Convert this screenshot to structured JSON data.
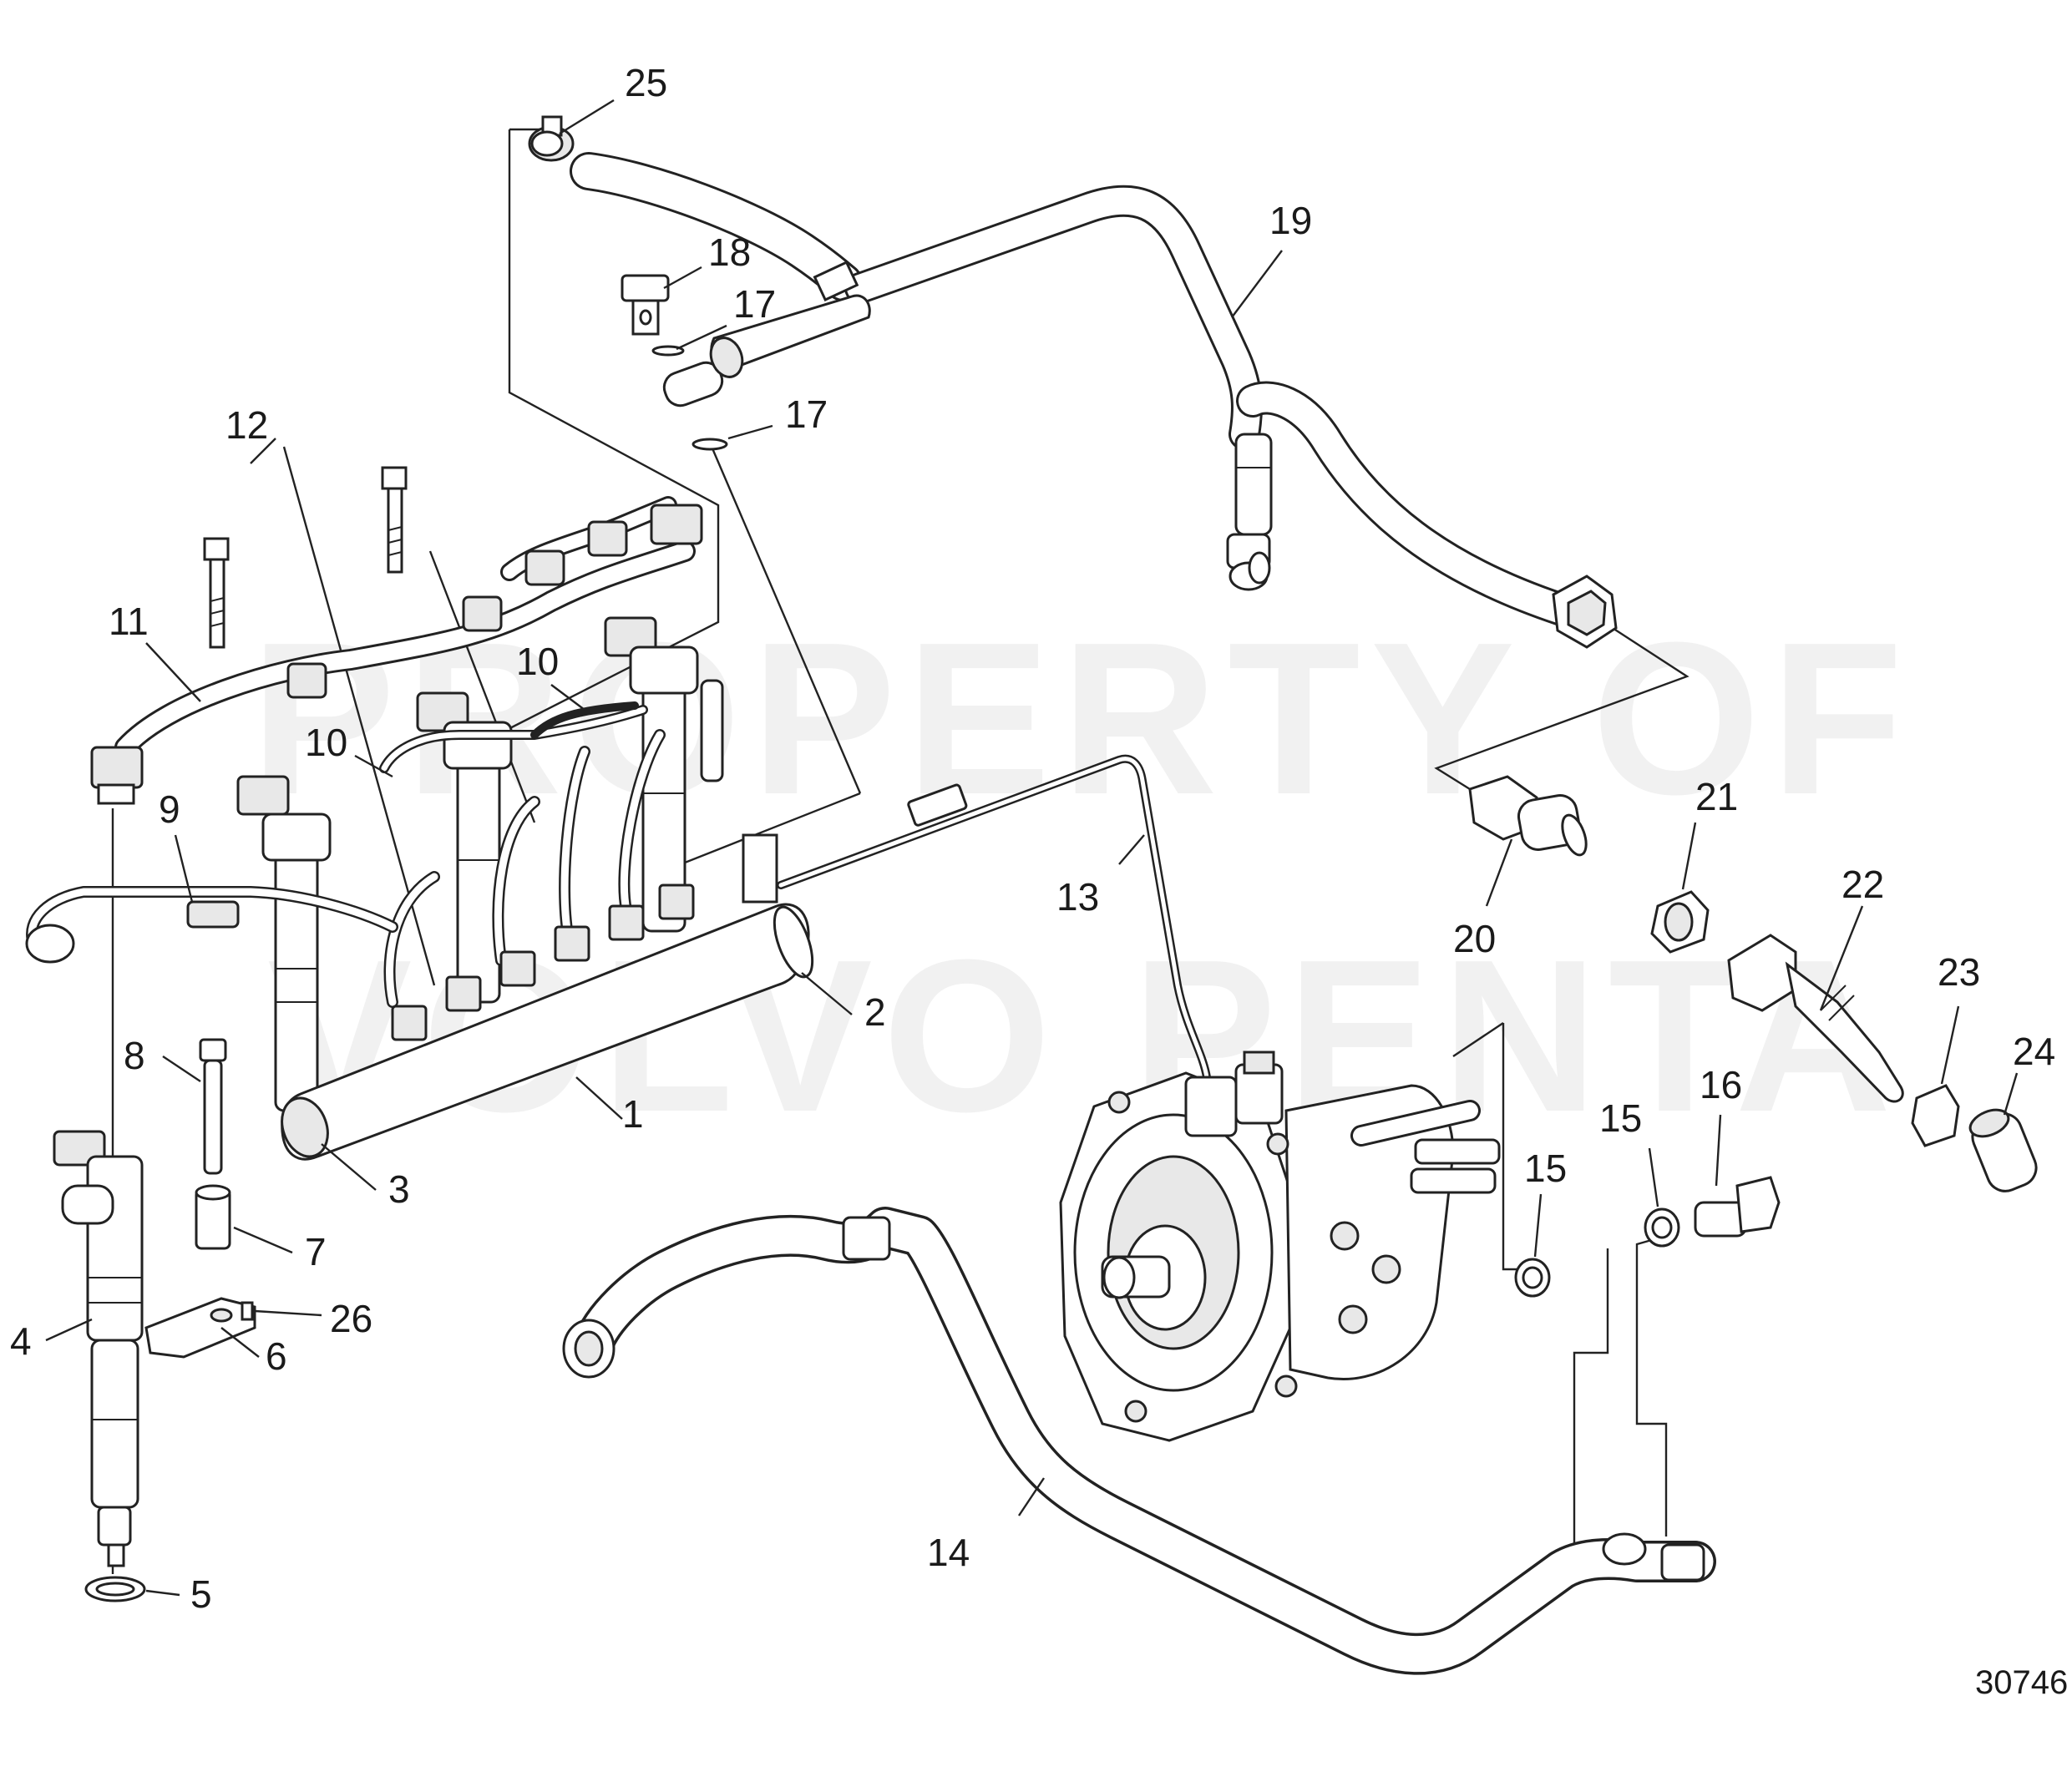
{
  "diagram": {
    "watermark": {
      "line1": "PROPERTY OF",
      "line2": "VOLVO PENTA"
    },
    "figure_id": "30746",
    "callouts": [
      {
        "id": "c1",
        "label": "1"
      },
      {
        "id": "c2",
        "label": "2"
      },
      {
        "id": "c3",
        "label": "3"
      },
      {
        "id": "c4",
        "label": "4"
      },
      {
        "id": "c5",
        "label": "5"
      },
      {
        "id": "c6",
        "label": "6"
      },
      {
        "id": "c7",
        "label": "7"
      },
      {
        "id": "c8",
        "label": "8"
      },
      {
        "id": "c9",
        "label": "9"
      },
      {
        "id": "c10a",
        "label": "10"
      },
      {
        "id": "c10b",
        "label": "10"
      },
      {
        "id": "c11",
        "label": "11"
      },
      {
        "id": "c12",
        "label": "12"
      },
      {
        "id": "c13",
        "label": "13"
      },
      {
        "id": "c14",
        "label": "14"
      },
      {
        "id": "c15a",
        "label": "15"
      },
      {
        "id": "c15b",
        "label": "15"
      },
      {
        "id": "c16",
        "label": "16"
      },
      {
        "id": "c17a",
        "label": "17"
      },
      {
        "id": "c17b",
        "label": "17"
      },
      {
        "id": "c18",
        "label": "18"
      },
      {
        "id": "c19",
        "label": "19"
      },
      {
        "id": "c20",
        "label": "20"
      },
      {
        "id": "c21",
        "label": "21"
      },
      {
        "id": "c22",
        "label": "22"
      },
      {
        "id": "c23",
        "label": "23"
      },
      {
        "id": "c24",
        "label": "24"
      },
      {
        "id": "c25",
        "label": "25"
      },
      {
        "id": "c26",
        "label": "26"
      }
    ]
  }
}
